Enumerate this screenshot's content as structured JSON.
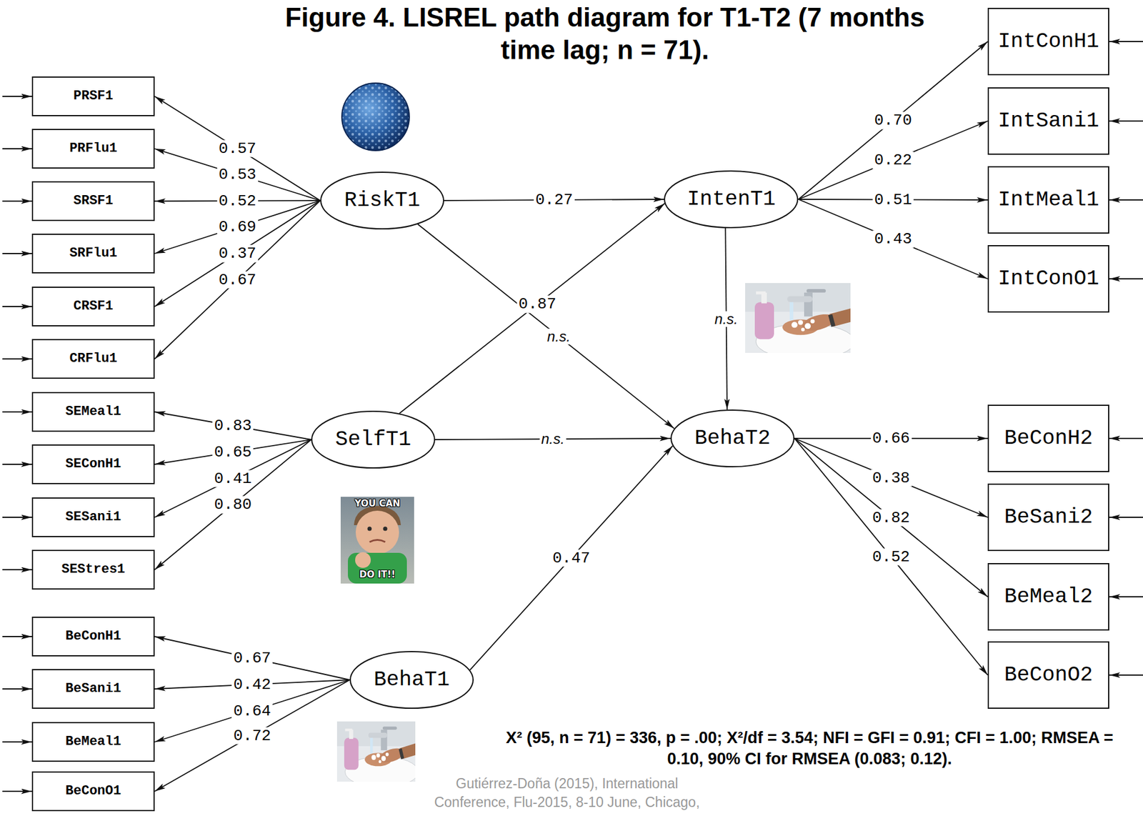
{
  "diagram": {
    "title": "Figure 4. LISREL path diagram for T1-T2 (7 months time lag; n = 71).",
    "nodes": [
      {
        "text": [
          "PRSF1"
        ]
      },
      {
        "text": [
          "PRFlu1"
        ]
      },
      {
        "text": [
          "SRSF1"
        ]
      },
      {
        "text": [
          "SRFlu1"
        ]
      },
      {
        "text": [
          "CRSF1"
        ]
      },
      {
        "text": [
          "CRFlu1"
        ]
      },
      {
        "text": [
          "SEMeal1"
        ]
      },
      {
        "text": [
          "SEConH1"
        ]
      },
      {
        "text": [
          "SESani1"
        ]
      },
      {
        "text": [
          "SEStres1"
        ]
      },
      {
        "text": [
          "BeConH1"
        ]
      },
      {
        "text": [
          "BeSani1"
        ]
      },
      {
        "text": [
          "BeMeal1"
        ]
      },
      {
        "text": [
          "BeConO1"
        ]
      },
      {
        "text": [
          "RiskT1"
        ]
      },
      {
        "text": [
          "SelfT1"
        ]
      },
      {
        "text": [
          "BehaT1"
        ]
      },
      {
        "text": [
          "IntenT1"
        ]
      },
      {
        "text": [
          "BehaT2"
        ]
      },
      {
        "text": [
          "IntConH1"
        ]
      },
      {
        "text": [
          "IntSani1"
        ]
      },
      {
        "text": [
          "IntMeal1"
        ]
      },
      {
        "text": [
          "IntConO1"
        ]
      },
      {
        "text": [
          "BeConH2"
        ]
      },
      {
        "text": [
          "BeSani2"
        ]
      },
      {
        "text": [
          "BeMeal2"
        ]
      },
      {
        "text": [
          "BeConO2"
        ]
      }
    ],
    "edges": [
      {
        "from": 14,
        "to": 0,
        "label": "0.57",
        "arrow": "to"
      },
      {
        "from": 14,
        "to": 1,
        "label": "0.53",
        "arrow": "to"
      },
      {
        "from": 14,
        "to": 2,
        "label": "0.52",
        "arrow": "to"
      },
      {
        "from": 14,
        "to": 3,
        "label": "0.69",
        "arrow": "to"
      },
      {
        "from": 14,
        "to": 4,
        "label": "0.37",
        "arrow": "to"
      },
      {
        "from": 14,
        "to": 5,
        "label": "0.67",
        "arrow": "to"
      },
      {
        "from": 15,
        "to": 6,
        "label": "0.83",
        "arrow": "to"
      },
      {
        "from": 15,
        "to": 7,
        "label": "0.65",
        "arrow": "to"
      },
      {
        "from": 15,
        "to": 8,
        "label": "0.41",
        "arrow": "to"
      },
      {
        "from": 15,
        "to": 9,
        "label": "0.80",
        "arrow": "to"
      },
      {
        "from": 16,
        "to": 10,
        "label": "0.67",
        "arrow": "to"
      },
      {
        "from": 16,
        "to": 11,
        "label": "0.42",
        "arrow": "to"
      },
      {
        "from": 16,
        "to": 12,
        "label": "0.64",
        "arrow": "to"
      },
      {
        "from": 16,
        "to": 13,
        "label": "0.72",
        "arrow": "to"
      },
      {
        "from": 17,
        "to": 19,
        "label": "0.70",
        "arrow": "to"
      },
      {
        "from": 17,
        "to": 20,
        "label": "0.22",
        "arrow": "to"
      },
      {
        "from": 17,
        "to": 21,
        "label": "0.51",
        "arrow": "to"
      },
      {
        "from": 17,
        "to": 22,
        "label": "0.43",
        "arrow": "to"
      },
      {
        "from": 18,
        "to": 23,
        "label": "0.66",
        "arrow": "to"
      },
      {
        "from": 18,
        "to": 24,
        "label": "0.38",
        "arrow": "to"
      },
      {
        "from": 18,
        "to": 25,
        "label": "0.82",
        "arrow": "to"
      },
      {
        "from": 18,
        "to": 26,
        "label": "0.52",
        "arrow": "to"
      },
      {
        "from": 14,
        "to": 17,
        "label": "0.27",
        "arrow": "to"
      },
      {
        "from": 14,
        "to": 18,
        "label": "n.s.",
        "arrow": "to"
      },
      {
        "from": 15,
        "to": 17,
        "label": "0.87",
        "arrow": "to"
      },
      {
        "from": 15,
        "to": 18,
        "label": "n.s.",
        "arrow": "to"
      },
      {
        "from": 16,
        "to": 18,
        "label": "0.47",
        "arrow": "to"
      },
      {
        "from": 17,
        "to": 18,
        "label": "n.s.",
        "arrow": "to"
      }
    ],
    "labels": [
      "YOU CAN",
      "DO IT!!",
      "X² (95, n = 71) = 336, p = .00; X²/df = 3.54; NFI = GFI = 0.91; CFI = 1.00; RMSEA = 0.10, 90% CI for RMSEA (0.083; 0.12).",
      "Gutiérrez-Doña (2015), International Conference, Flu-2015, 8-10 June, Chicago,"
    ]
  }
}
